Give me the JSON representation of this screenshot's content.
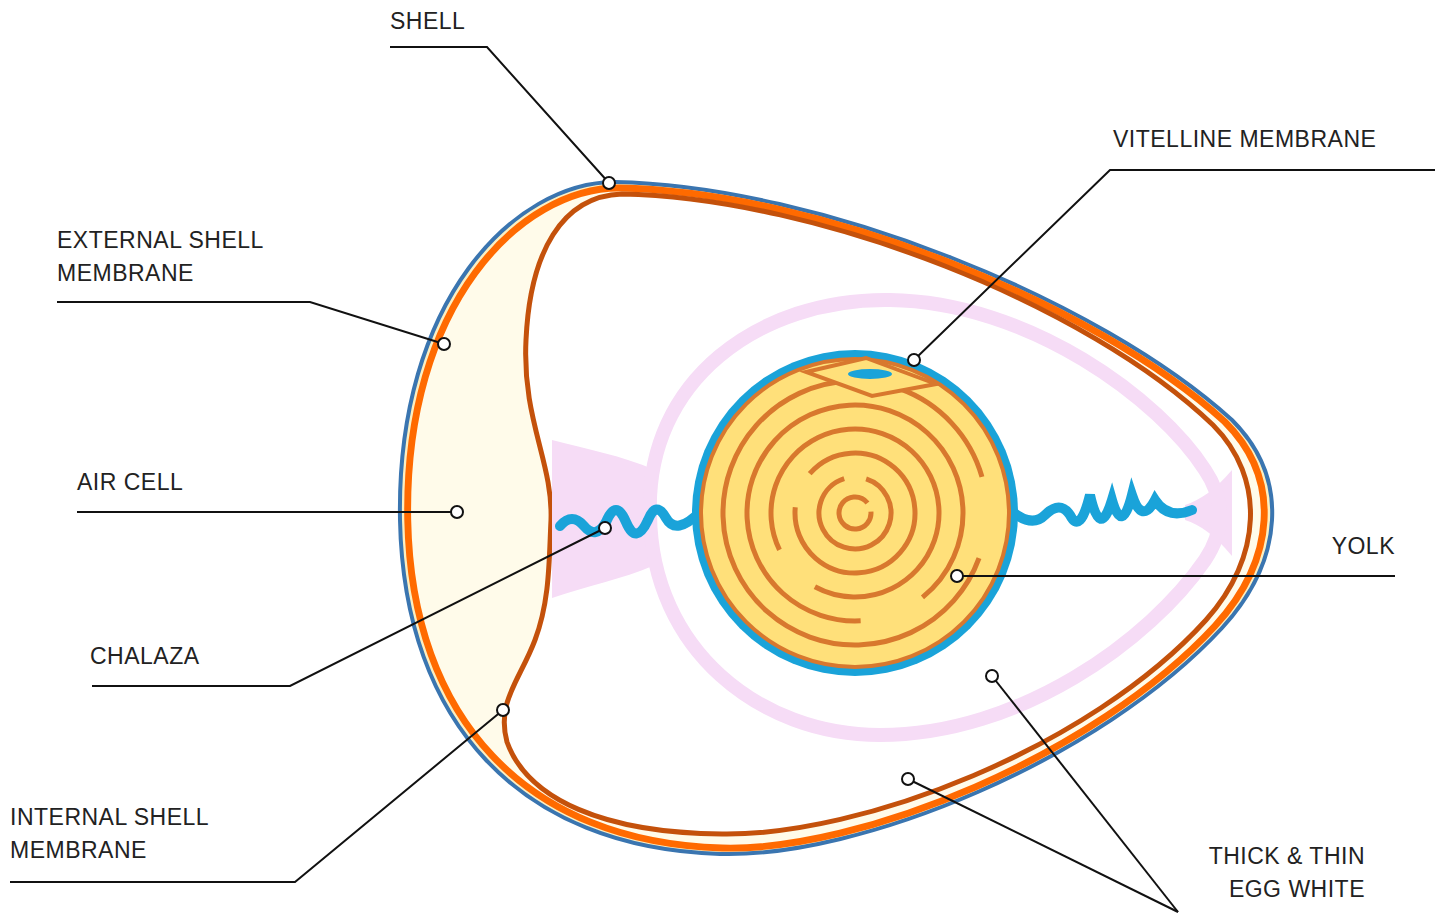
{
  "diagram": {
    "labels": [
      "SHELL",
      "VITELLINE MEMBRANE",
      "EXTERNAL SHELL MEMBRANE",
      "AIR CELL",
      "YOLK",
      "CHALAZA",
      "INTERNAL SHELL MEMBRANE",
      "THICK & THIN EGG WHITE"
    ]
  }
}
